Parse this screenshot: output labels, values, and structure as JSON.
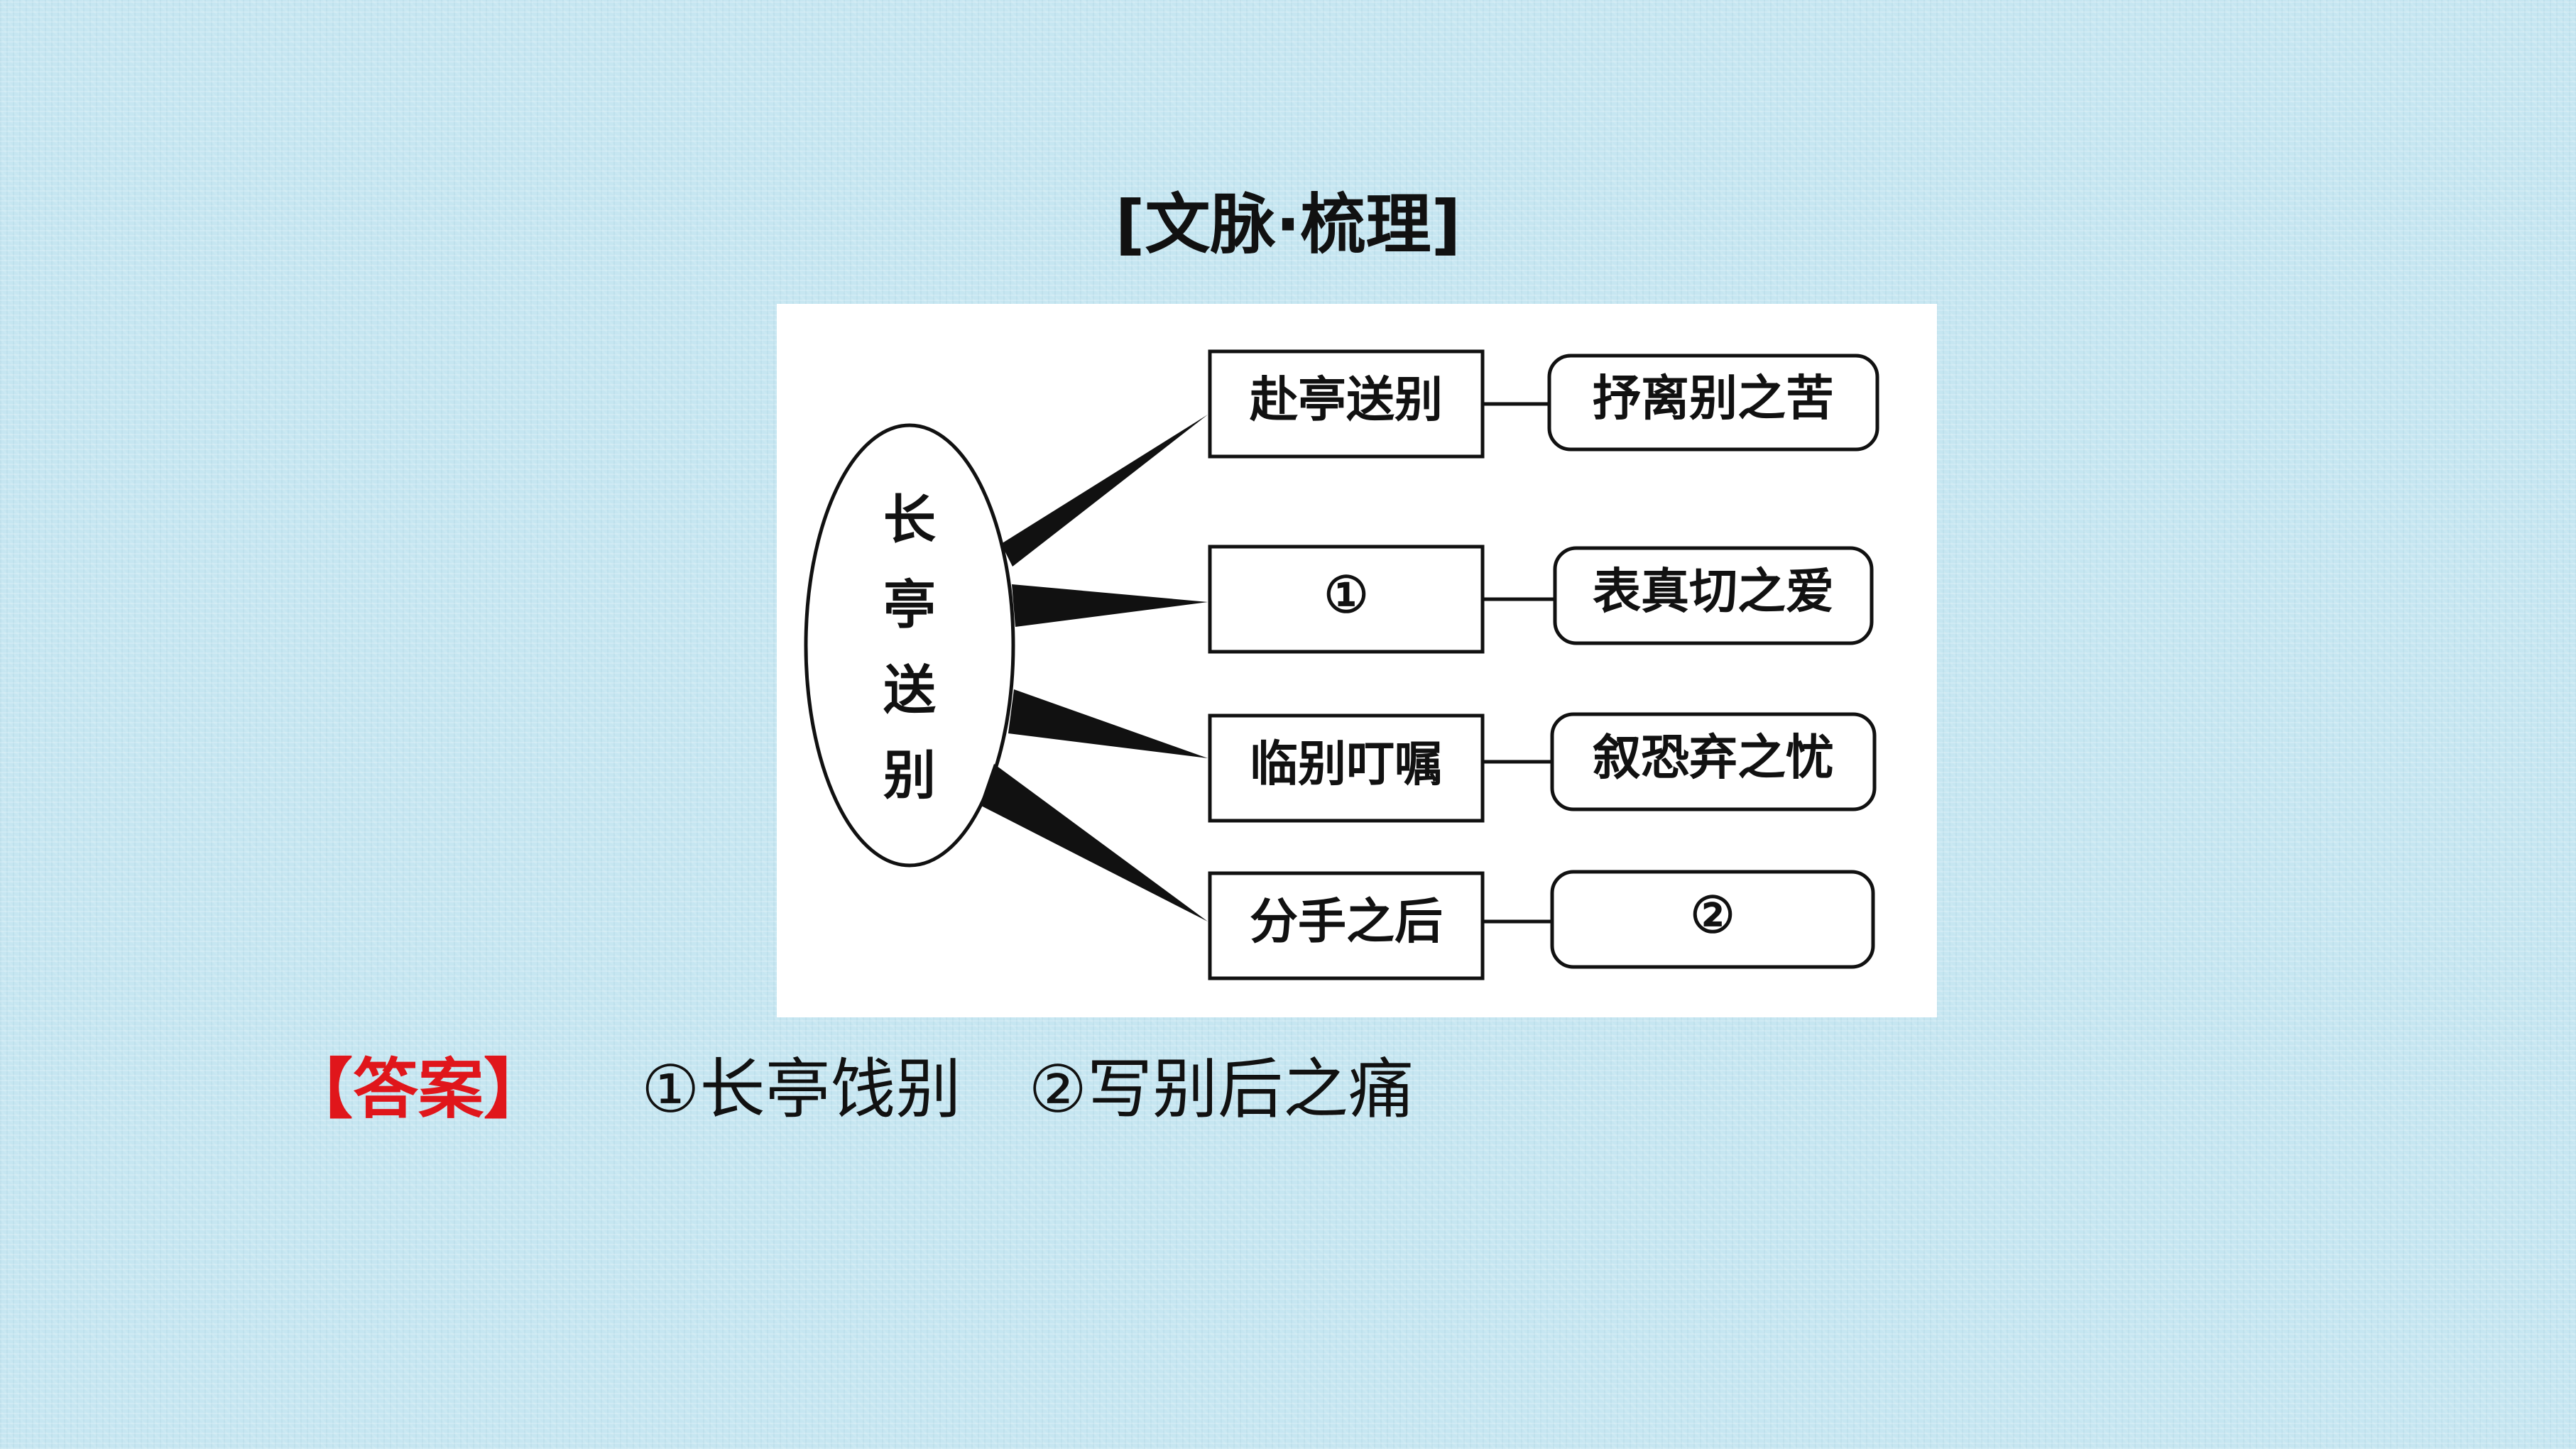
{
  "title": "[文脉·梳理]",
  "diagram": {
    "center": {
      "chars": [
        "长",
        "亭",
        "送",
        "别"
      ]
    },
    "rows": [
      {
        "section": "赴亭送别",
        "meaning": "抒离别之苦"
      },
      {
        "section": "①",
        "meaning": "表真切之爱"
      },
      {
        "section": "临别叮嘱",
        "meaning": "叙恐弃之忧"
      },
      {
        "section": "分手之后",
        "meaning": "②"
      }
    ]
  },
  "answer": {
    "label": "【答案】",
    "items": [
      "①长亭饯别",
      "②写别后之痛"
    ]
  }
}
